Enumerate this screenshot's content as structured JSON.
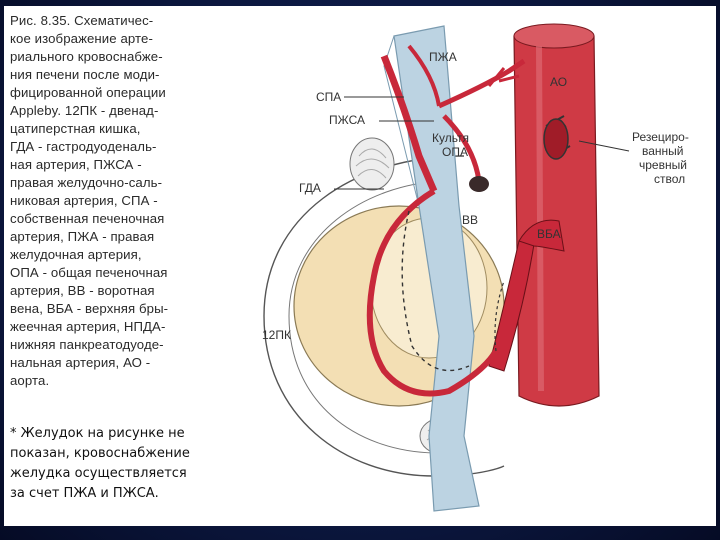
{
  "figure": {
    "caption": "Рис. 8.35. Схематичес-\nкое изображение арте-\nриального кровоснабже-\nния печени после моди-\nфицированной операции\nAppleby. 12ПК - двенад-\nцатиперстная кишка,\nГДА - гастродуоденаль-\nная артерия, ПЖСА -\nправая желудочно-саль-\nниковая артерия, СПА -\nсобственная печеночная\nартерия, ПЖА - правая\nжелудочная артерия,\nОПА - общая печеночная\nартерия, ВВ - воротная\nвена, ВБА - верхняя бры-\nжеечная артерия, НПДА-\nнижняя панкреатодуоде-\nнальная артерия, АО -\nаорта.",
    "note": "* Желудок на рисунке не\nпоказан, кровоснабжение\nжелудка осуществляется\nза счет ПЖА и ПЖСА."
  },
  "labels": {
    "pzha": "ПЖА",
    "spa": "СПА",
    "pzhsa": "ПЖСА",
    "gda": "ГДА",
    "ao": "АО",
    "kultya": "Культя",
    "opa": "ОПА",
    "vv": "ВВ",
    "vba": "ВБА",
    "pk12": "12ПК",
    "resected1": "Резециро-",
    "resected2": "ванный",
    "resected3": "чревный",
    "resected4": "ствол"
  },
  "colors": {
    "artery": "#c8283a",
    "aorta": "#cf3a45",
    "vein": "#bcd3e2",
    "pancreas": "#f3dfb4",
    "background": "#0d1a45"
  }
}
